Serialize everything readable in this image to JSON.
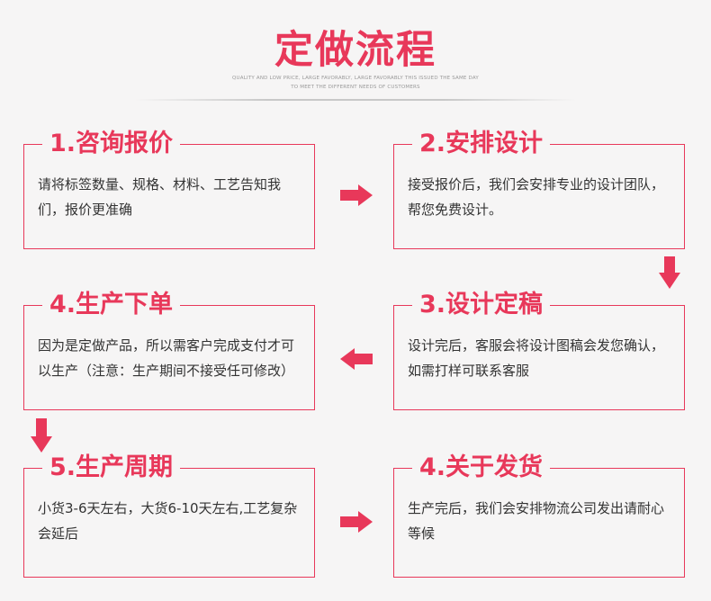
{
  "header": {
    "title": "定做流程",
    "subtitle_line1": "QUALITY AND LOW PRICE, LARGE FAVORABLY, LARGE FAVORABLY THIS ISSUED THE SAME DAY",
    "subtitle_line2": "TO MEET THE DIFFERENT NEEDS OF CUSTOMERS"
  },
  "steps": [
    {
      "title": "1.咨询报价",
      "text": "请将标签数量、规格、材料、工艺告知我们，报价更准确"
    },
    {
      "title": "2.安排设计",
      "text": "接受报价后，我们会安排专业的设计团队，帮您免费设计。"
    },
    {
      "title": "3.设计定稿",
      "text": "设计完后，客服会将设计图稿会发您确认，如需打样可联系客服"
    },
    {
      "title": "4.生产下单",
      "text": "因为是定做产品，所以需客户完成支付才可以生产（注意：生产期间不接受任可修改）"
    },
    {
      "title": "5.生产周期",
      "text": "小货3-6天左右，大货6-10天左右,工艺复杂会延后"
    },
    {
      "title": "4.关于发货",
      "text": "生产完后，我们会安排物流公司发出请耐心等候"
    }
  ],
  "colors": {
    "accent": "#e8385a",
    "text": "#333333",
    "background": "#f6f5f5"
  },
  "icons": [
    "arrow-right-icon",
    "arrow-down-icon",
    "arrow-left-icon",
    "arrow-down-icon",
    "arrow-right-icon"
  ]
}
